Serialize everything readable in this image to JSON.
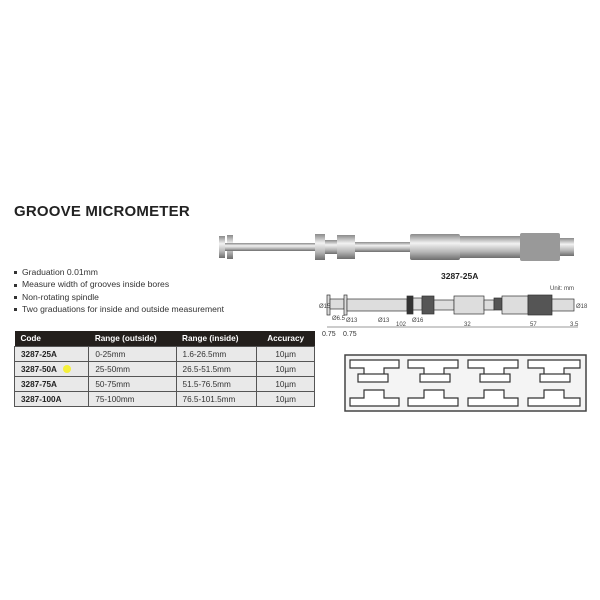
{
  "title": "GROOVE MICROMETER",
  "product_caption": "3287-25A",
  "features": [
    "Graduation 0.01mm",
    "Measure width of grooves inside bores",
    "Non-rotating spindle",
    "Two graduations  for inside and outside measurement"
  ],
  "table": {
    "headers": [
      "Code",
      "Range (outside)",
      "Range (inside)",
      "Accuracy"
    ],
    "rows": [
      [
        "3287-25A",
        "0-25mm",
        "1.6-26.5mm",
        "10µm"
      ],
      [
        "3287-50A",
        "25-50mm",
        "26.5-51.5mm",
        "10µm"
      ],
      [
        "3287-75A",
        "50-75mm",
        "51.5-76.5mm",
        "10µm"
      ],
      [
        "3287-100A",
        "75-100mm",
        "76.5-101.5mm",
        "10µm"
      ]
    ],
    "highlight_color": "#f5f03a"
  },
  "drawing": {
    "unit": "Unit: mm",
    "dims": [
      "Ø15",
      "Ø6.5",
      "Ø13",
      "Ø13",
      "Ø16",
      "Ø18",
      "102",
      "32",
      "57",
      "3.5",
      "0.75",
      "0.75"
    ]
  },
  "colors": {
    "header_bg": "#231f1c",
    "cell_bg": "#e9e9e9"
  }
}
